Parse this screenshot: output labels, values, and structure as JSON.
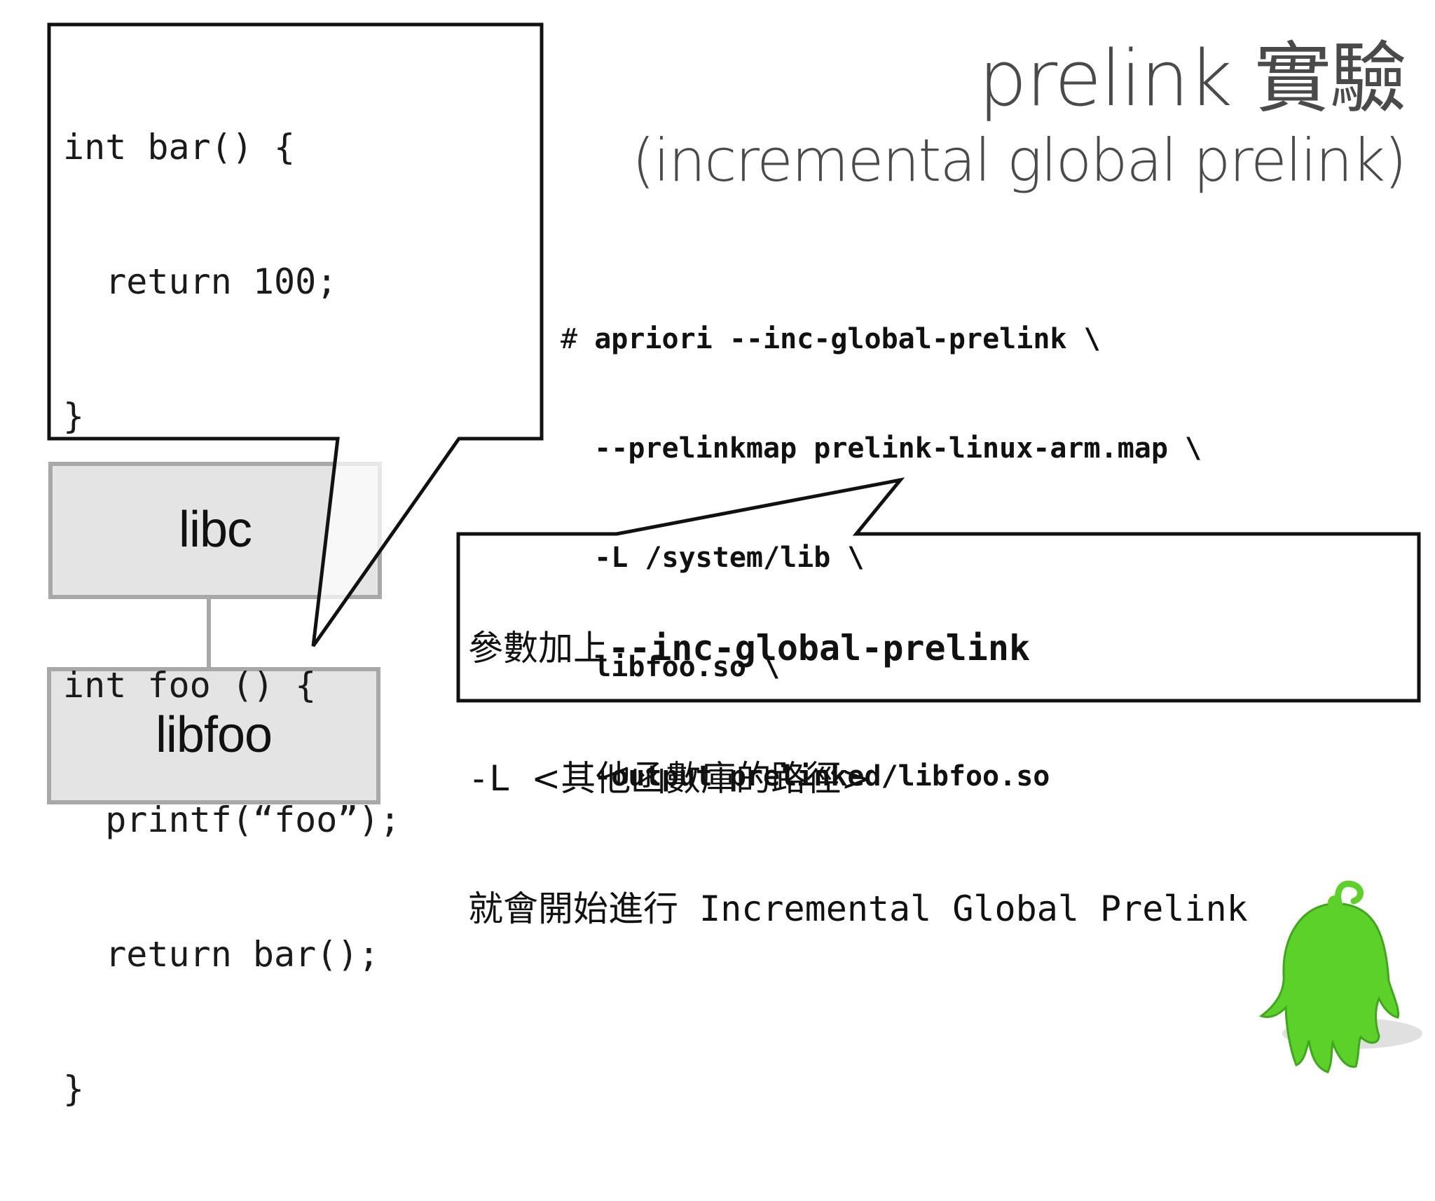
{
  "slide": {
    "title": "prelink 實驗",
    "subtitle": "(incremental global prelink)"
  },
  "source_code": {
    "lines": [
      "int bar() {",
      "  return 100;",
      "}",
      "",
      "int foo () {",
      "  printf(“foo”);",
      "  return bar();",
      "}"
    ]
  },
  "libraries": {
    "top": "libc",
    "bottom": "libfoo"
  },
  "command": {
    "prompt": "#",
    "lines": [
      "apriori --inc-global-prelink \\",
      "--prelinkmap prelink-linux-arm.map \\",
      "-L /system/lib \\",
      "libfoo.so \\",
      "-output prelinked/libfoo.so"
    ]
  },
  "note": {
    "line1_prefix": "參數加上",
    "line1_flag": "--inc-global-prelink",
    "line2_flag": "-L ",
    "line2_text": "<其他函數庫的路徑>",
    "line3_prefix": "就會開始進行",
    "line3_text": " Incremental Global Prelink"
  },
  "colors": {
    "title_text": "#4a4a4a",
    "box_fill": "#e4e4e4",
    "box_stroke": "#a8a8a8",
    "mascot_green": "#5bd12a",
    "mascot_dark": "#3fa81a"
  },
  "icons": {
    "mascot": "green-mascot-icon"
  }
}
